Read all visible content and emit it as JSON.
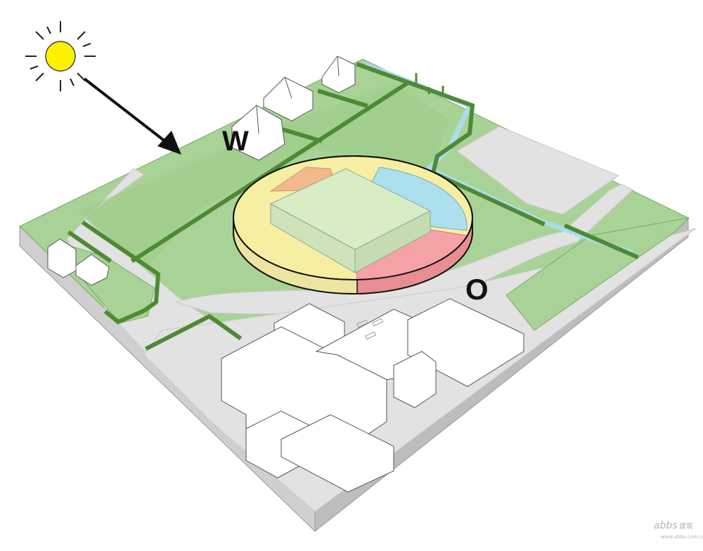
{
  "labels": {
    "west": "W",
    "east": "O"
  },
  "watermark": {
    "brand": "abbs",
    "cn": "建筑",
    "url": "www.abbs.com.cn"
  },
  "icons": {
    "sun": "sun-icon",
    "arrow": "sun-direction-arrow"
  },
  "colors": {
    "background": "#ffffff",
    "grass": "#a9d396",
    "hedge": "#4e8a35",
    "road": "#e2e2e2",
    "base_side": "#c9c9c9",
    "sun": "#fff200",
    "water": "#aadcec",
    "zone_yellow": "#f6efa2",
    "zone_orange": "#f1b98c",
    "zone_blue": "#ade0ee",
    "zone_red": "#f4a2a6",
    "roof_green": "#d8ecc6"
  }
}
